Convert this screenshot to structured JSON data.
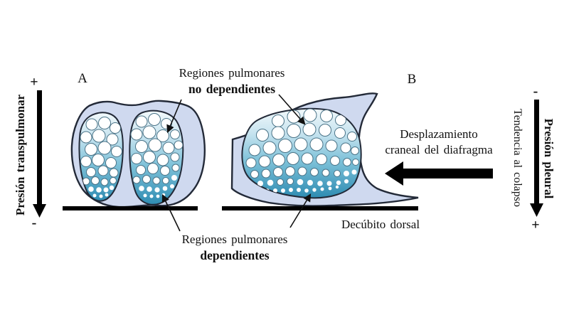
{
  "figure": {
    "panel_a_label": "A",
    "panel_b_label": "B",
    "label_nondependent": {
      "line1": "Regiones pulmonares",
      "line2": "no dependientes"
    },
    "label_dependent": {
      "line1": "Regiones pulmonares",
      "line2": "dependientes"
    },
    "label_diaphragm": {
      "line1": "Desplazamiento",
      "line2": "craneal del diafragma"
    },
    "label_position": "Decúbito dorsal",
    "axis_left": {
      "title": "Presión transpulmonar",
      "top_sign": "+",
      "bottom_sign": "-",
      "direction": "down-arrow"
    },
    "axis_right": {
      "title": "Presión pleural",
      "subtitle": "Tendencia al colapso",
      "top_sign": "-",
      "bottom_sign": "+",
      "direction": "down-arrow"
    },
    "diaphragm_arrow_direction": "left-arrow"
  },
  "colors": {
    "pleural_space": "#cfd9ef",
    "outline": "#232a38",
    "lung_top": "#f2f9fb",
    "lung_upper": "#c6e3ef",
    "lung_mid": "#7fc2d9",
    "lung_bottom": "#2e8cb2",
    "alveoli": "#ffffff",
    "alveoli_stroke": "#4a7387",
    "arrow": "#000000",
    "text": "#111111"
  }
}
